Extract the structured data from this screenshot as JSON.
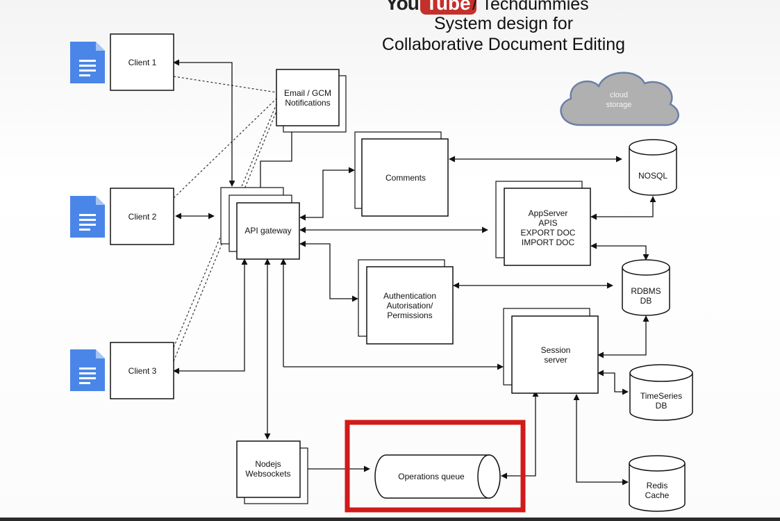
{
  "header": {
    "brand_you": "You",
    "brand_tube": "Tube",
    "channel": "/ Techdummies",
    "title_line1": "System design for",
    "title_line2": "Collaborative Document Editing"
  },
  "nodes": {
    "client1": "Client 1",
    "client2": "Client 2",
    "client3": "Client 3",
    "email": [
      "Email / GCM",
      "Notifications"
    ],
    "api_gateway": "API gateway",
    "comments": "Comments",
    "appserver": [
      "AppServer",
      "APIS",
      "EXPORT DOC",
      "IMPORT DOC"
    ],
    "auth": [
      "Authentication",
      "Autorisation/",
      "Permissions"
    ],
    "session": [
      "Session",
      "server"
    ],
    "nodejs": [
      "Nodejs",
      "Websockets"
    ],
    "nodejs_back_fragment": "s",
    "ops_queue": "Operations queue",
    "cloud": [
      "cloud",
      "storage"
    ],
    "nosql": "NOSQL",
    "rdbms": [
      "RDBMS",
      "DB"
    ],
    "timeseries": [
      "TimeSeries",
      "DB"
    ],
    "redis": [
      "Redis",
      "Cache"
    ]
  },
  "colors": {
    "doc_icon": "#4a86e8",
    "highlight": "#d11a1a",
    "cloud_fill": "#b0b0b0",
    "cloud_stroke": "#6b7fa8"
  }
}
